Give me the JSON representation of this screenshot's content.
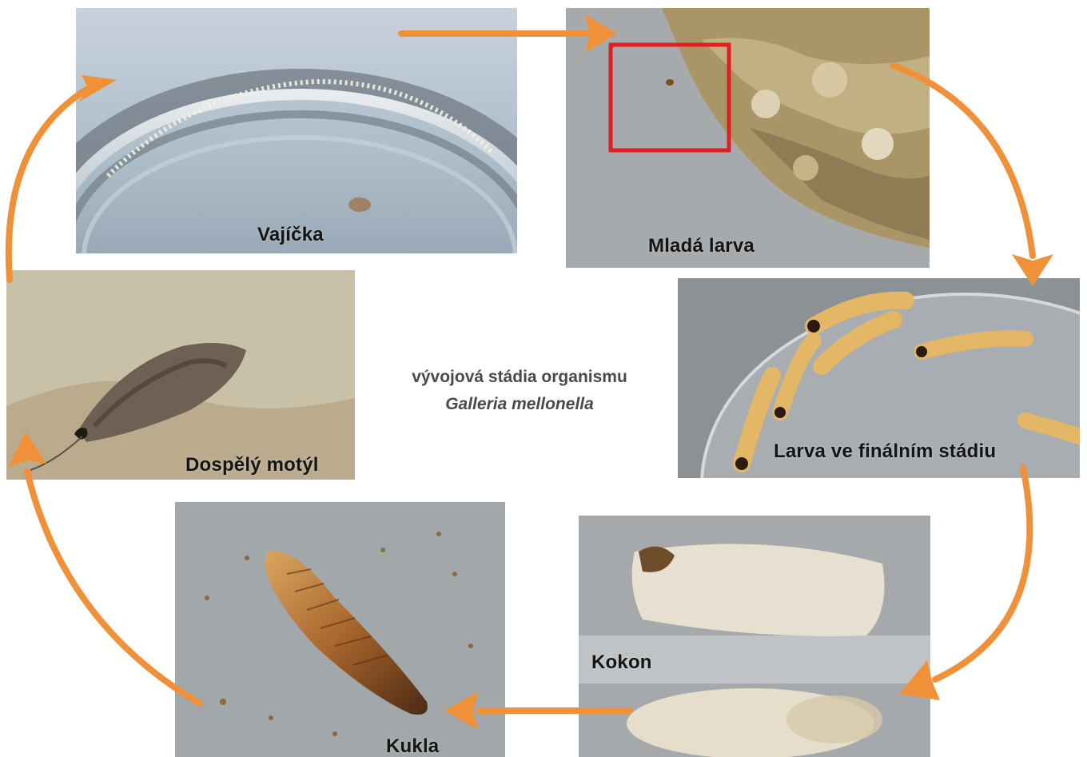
{
  "title_line1": "vývojová stádia organismu",
  "title_line2": "Galleria mellonella",
  "stages": {
    "eggs": "Vajíčka",
    "young_larva": "Mladá larva",
    "final_larva": "Larva ve finálním stádiu",
    "cocoon": "Kokon",
    "pupa": "Kukla",
    "adult": "Dospělý motýl"
  },
  "colors": {
    "arrow": "#F0913A",
    "highlight_box": "#E02020"
  }
}
